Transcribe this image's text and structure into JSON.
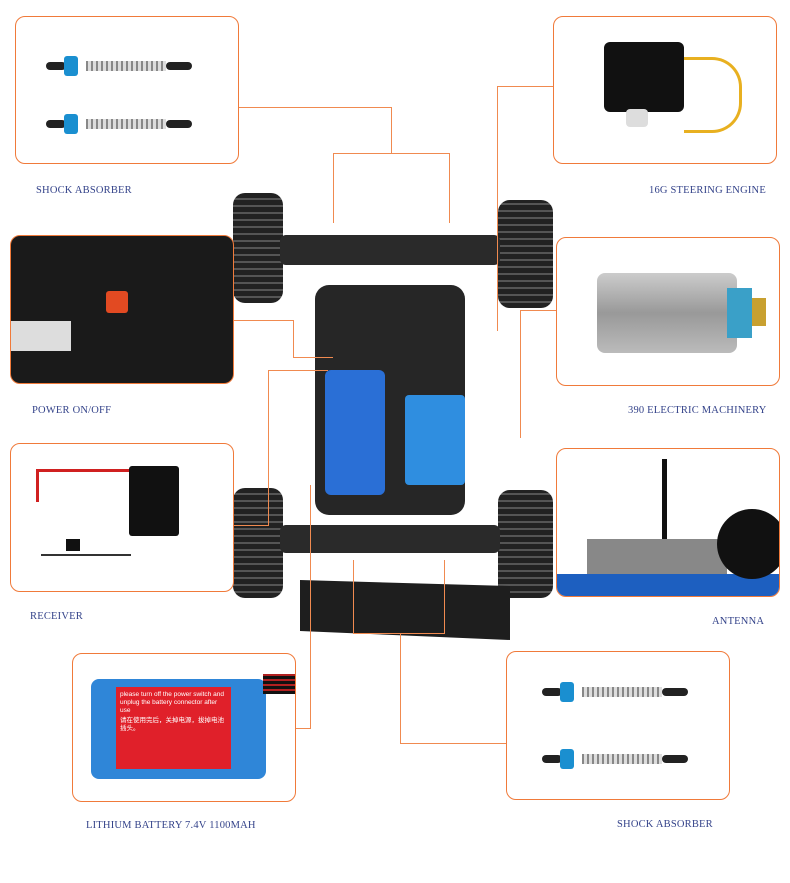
{
  "labels": {
    "shock_top": "SHOCK ABSORBER",
    "steering": "16G STEERING ENGINE",
    "power": "POWER ON/OFF",
    "motor": "390 ELECTRIC MACHINERY",
    "receiver": "RECEIVER",
    "antenna": "ANTENNA",
    "battery": "LITHIUM BATTERY 7.4V 1100MAH",
    "shock_bottom": "SHOCK ABSORBER"
  },
  "battery_label": {
    "line1": "please turn off the power switch and unplug the battery connector after use",
    "line2": "请在使用完后，关掉电源，拔掉电池插头。"
  },
  "colors": {
    "accent": "#f07a3a",
    "label": "#34438a"
  }
}
